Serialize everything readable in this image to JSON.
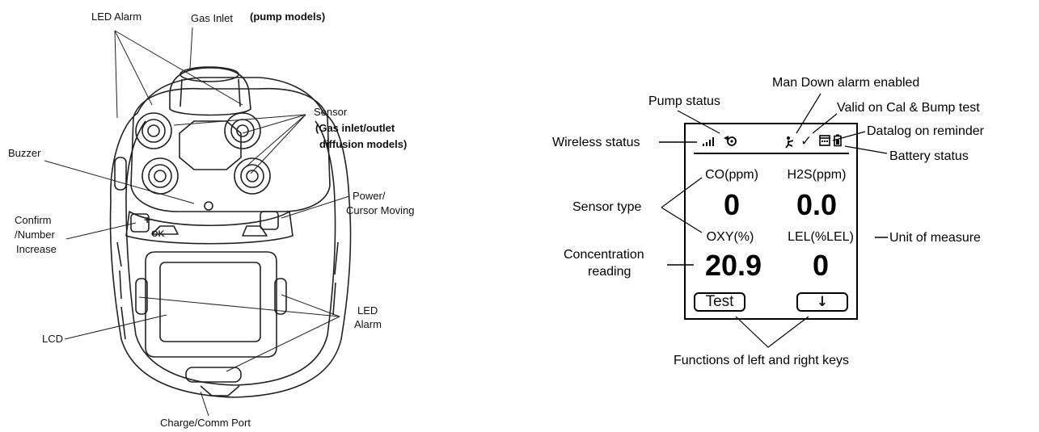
{
  "device_labels": {
    "led_alarm_top": "LED Alarm",
    "gas_inlet": "Gas Inlet",
    "gas_inlet_note": "(pump models)",
    "sensor": "Sensor",
    "sensor_note_1": "(Gas inlet/outlet",
    "sensor_note_2": "diffusion models)",
    "buzzer": "Buzzer",
    "power_1": "Power/",
    "power_2": "Cursor Moving",
    "confirm_1": "Confirm",
    "confirm_2": "/Number",
    "confirm_3": "Increase",
    "lcd": "LCD",
    "led_alarm_side_1": "LED",
    "led_alarm_side_2": "Alarm",
    "charge_port": "Charge/Comm Port",
    "key_ok": "OK"
  },
  "display_labels": {
    "man_down": "Man Down alarm enabled",
    "pump_status": "Pump status",
    "valid_cal": "Valid on Cal & Bump test",
    "wireless_status": "Wireless status",
    "datalog": "Datalog on reminder",
    "battery_status": "Battery status",
    "sensor_type": "Sensor type",
    "unit_of_measure": "Unit of measure",
    "concentration_1": "Concentration",
    "concentration_2": "reading",
    "functions_keys": "Functions of left and right keys"
  },
  "lcd_screen": {
    "sensors": [
      {
        "name": "CO(ppm)",
        "reading": "0"
      },
      {
        "name": "H2S(ppm)",
        "reading": "0.0"
      },
      {
        "name": "OXY(%)",
        "reading": "20.9"
      },
      {
        "name": "LEL(%LEL)",
        "reading": "0"
      }
    ],
    "left_key": "Test",
    "right_key": "↓",
    "icons": {
      "wireless": "signal-bars-icon",
      "pump": "pump-icon",
      "man_down": "man-down-icon",
      "check": "checkmark-icon",
      "datalog": "datalog-icon",
      "battery": "battery-icon"
    }
  }
}
